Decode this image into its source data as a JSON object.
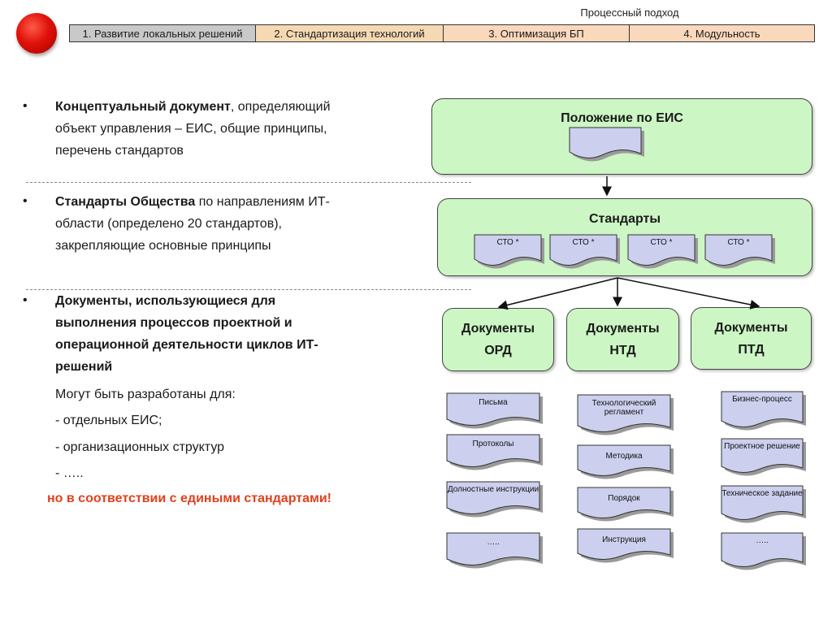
{
  "header": {
    "approach_title": "Процессный подход",
    "tabs": [
      "1. Развитие локальных решений",
      "2. Стандартизация технологий",
      "3. Оптимизация БП",
      "4. Модульность"
    ]
  },
  "left": {
    "b1_bold": "Концептуальный документ",
    "b1_rest": ", определяющий",
    "b1_line2": "объект управления – ЕИС, общие принципы,",
    "b1_line3": "перечень стандартов",
    "b2_bold": "Стандарты Общества",
    "b2_rest": " по направлениям ИТ-",
    "b2_line2": "области (определено 20 стандартов),",
    "b2_line3": "закрепляющие основные принципы",
    "b3_line1": "Документы, использующиеся для",
    "b3_line2": "выполнения процессов  проектной и",
    "b3_line3": "операционной деятельности циклов ИТ-",
    "b3_line4": "решений",
    "can_be": "Могут быть разработаны для:",
    "item1": "- отдельных ЕИС;",
    "item2": "- организационных структур",
    "item3": "- …..",
    "note": "но в соответствии с едиными  стандартами!",
    "bullet": "•"
  },
  "diagram": {
    "polozhenie": "Положение по ЕИС",
    "standarty": "Стандарты",
    "sto": [
      "СТО *",
      "СТО *",
      "СТО *",
      "СТО *"
    ],
    "ord_1": "Документы",
    "ord_2": "ОРД",
    "ntd_1": "Документы",
    "ntd_2": "НТД",
    "ptd_1": "Документы",
    "ptd_2": "ПТД",
    "ord_docs": [
      "Письма",
      "Протоколы",
      "Долностные инструкции",
      "….."
    ],
    "ntd_docs": [
      "Технологический регламент",
      "Методика",
      "Порядок",
      "Инструкция"
    ],
    "ptd_docs": [
      "Бизнес-процесс",
      "Проектное решение",
      "Техническое задание",
      "….."
    ]
  },
  "colors": {
    "green_fill": "#ccf6c4",
    "doc_fill": "#ccd0ee",
    "note_red": "#e2401c"
  },
  "icons": [
    "red-circle-button"
  ]
}
